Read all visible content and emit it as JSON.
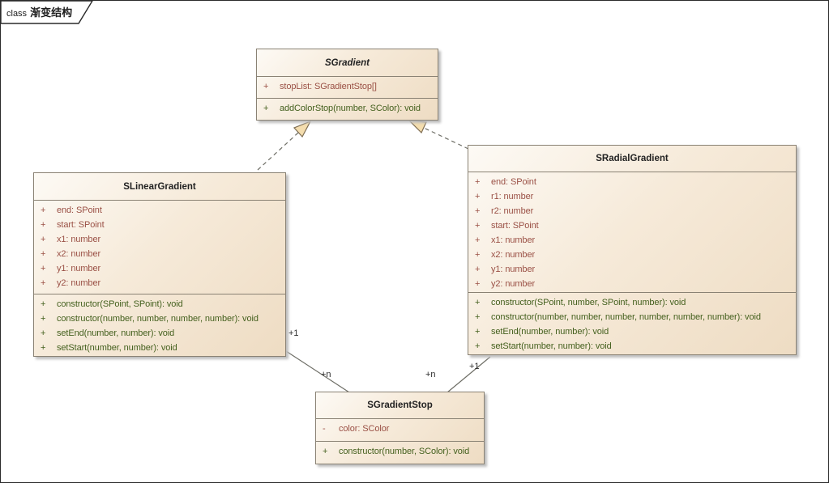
{
  "frame": {
    "keyword": "class",
    "title": "渐变结构"
  },
  "classes": {
    "sgradient": {
      "name": "SGradient",
      "abstract": true,
      "attributes": [
        {
          "vis": "+",
          "text": "stopList: SGradientStop[]"
        }
      ],
      "methods": [
        {
          "vis": "+",
          "text": "addColorStop(number, SColor): void"
        }
      ]
    },
    "slinear": {
      "name": "SLinearGradient",
      "abstract": false,
      "attributes": [
        {
          "vis": "+",
          "text": "end: SPoint"
        },
        {
          "vis": "+",
          "text": "start: SPoint"
        },
        {
          "vis": "+",
          "text": "x1: number"
        },
        {
          "vis": "+",
          "text": "x2: number"
        },
        {
          "vis": "+",
          "text": "y1: number"
        },
        {
          "vis": "+",
          "text": "y2: number"
        }
      ],
      "methods": [
        {
          "vis": "+",
          "text": "constructor(SPoint, SPoint): void"
        },
        {
          "vis": "+",
          "text": "constructor(number, number, number, number): void"
        },
        {
          "vis": "+",
          "text": "setEnd(number, number): void"
        },
        {
          "vis": "+",
          "text": "setStart(number, number): void"
        }
      ]
    },
    "sradial": {
      "name": "SRadialGradient",
      "abstract": false,
      "attributes": [
        {
          "vis": "+",
          "text": "end: SPoint"
        },
        {
          "vis": "+",
          "text": "r1: number"
        },
        {
          "vis": "+",
          "text": "r2: number"
        },
        {
          "vis": "+",
          "text": "start: SPoint"
        },
        {
          "vis": "+",
          "text": "x1: number"
        },
        {
          "vis": "+",
          "text": "x2: number"
        },
        {
          "vis": "+",
          "text": "y1: number"
        },
        {
          "vis": "+",
          "text": "y2: number"
        }
      ],
      "methods": [
        {
          "vis": "+",
          "text": "constructor(SPoint, number, SPoint, number): void"
        },
        {
          "vis": "+",
          "text": "constructor(number, number, number, number, number, number): void"
        },
        {
          "vis": "+",
          "text": "setEnd(number, number): void"
        },
        {
          "vis": "+",
          "text": "setStart(number, number): void"
        }
      ]
    },
    "sstop": {
      "name": "SGradientStop",
      "abstract": false,
      "attributes": [
        {
          "vis": "-",
          "text": "color: SColor"
        }
      ],
      "methods": [
        {
          "vis": "+",
          "text": "constructor(number, SColor): void"
        }
      ]
    }
  },
  "relations": {
    "linear_to_gradient": {
      "type": "generalization"
    },
    "radial_to_gradient": {
      "type": "generalization"
    },
    "linear_to_stop": {
      "type": "association",
      "source_multiplicity": "+1",
      "target_multiplicity": "+n"
    },
    "radial_to_stop": {
      "type": "association",
      "source_multiplicity": "+1",
      "target_multiplicity": "+n"
    }
  },
  "colors": {
    "attribute_text": "#9a5045",
    "method_text": "#44601e",
    "box_border": "#8a8274",
    "box_fill_light": "#fdfaf5",
    "box_fill_dark": "#eedcc3",
    "arrowhead_fill": "#f4ddae",
    "line": "#6e6e66"
  }
}
